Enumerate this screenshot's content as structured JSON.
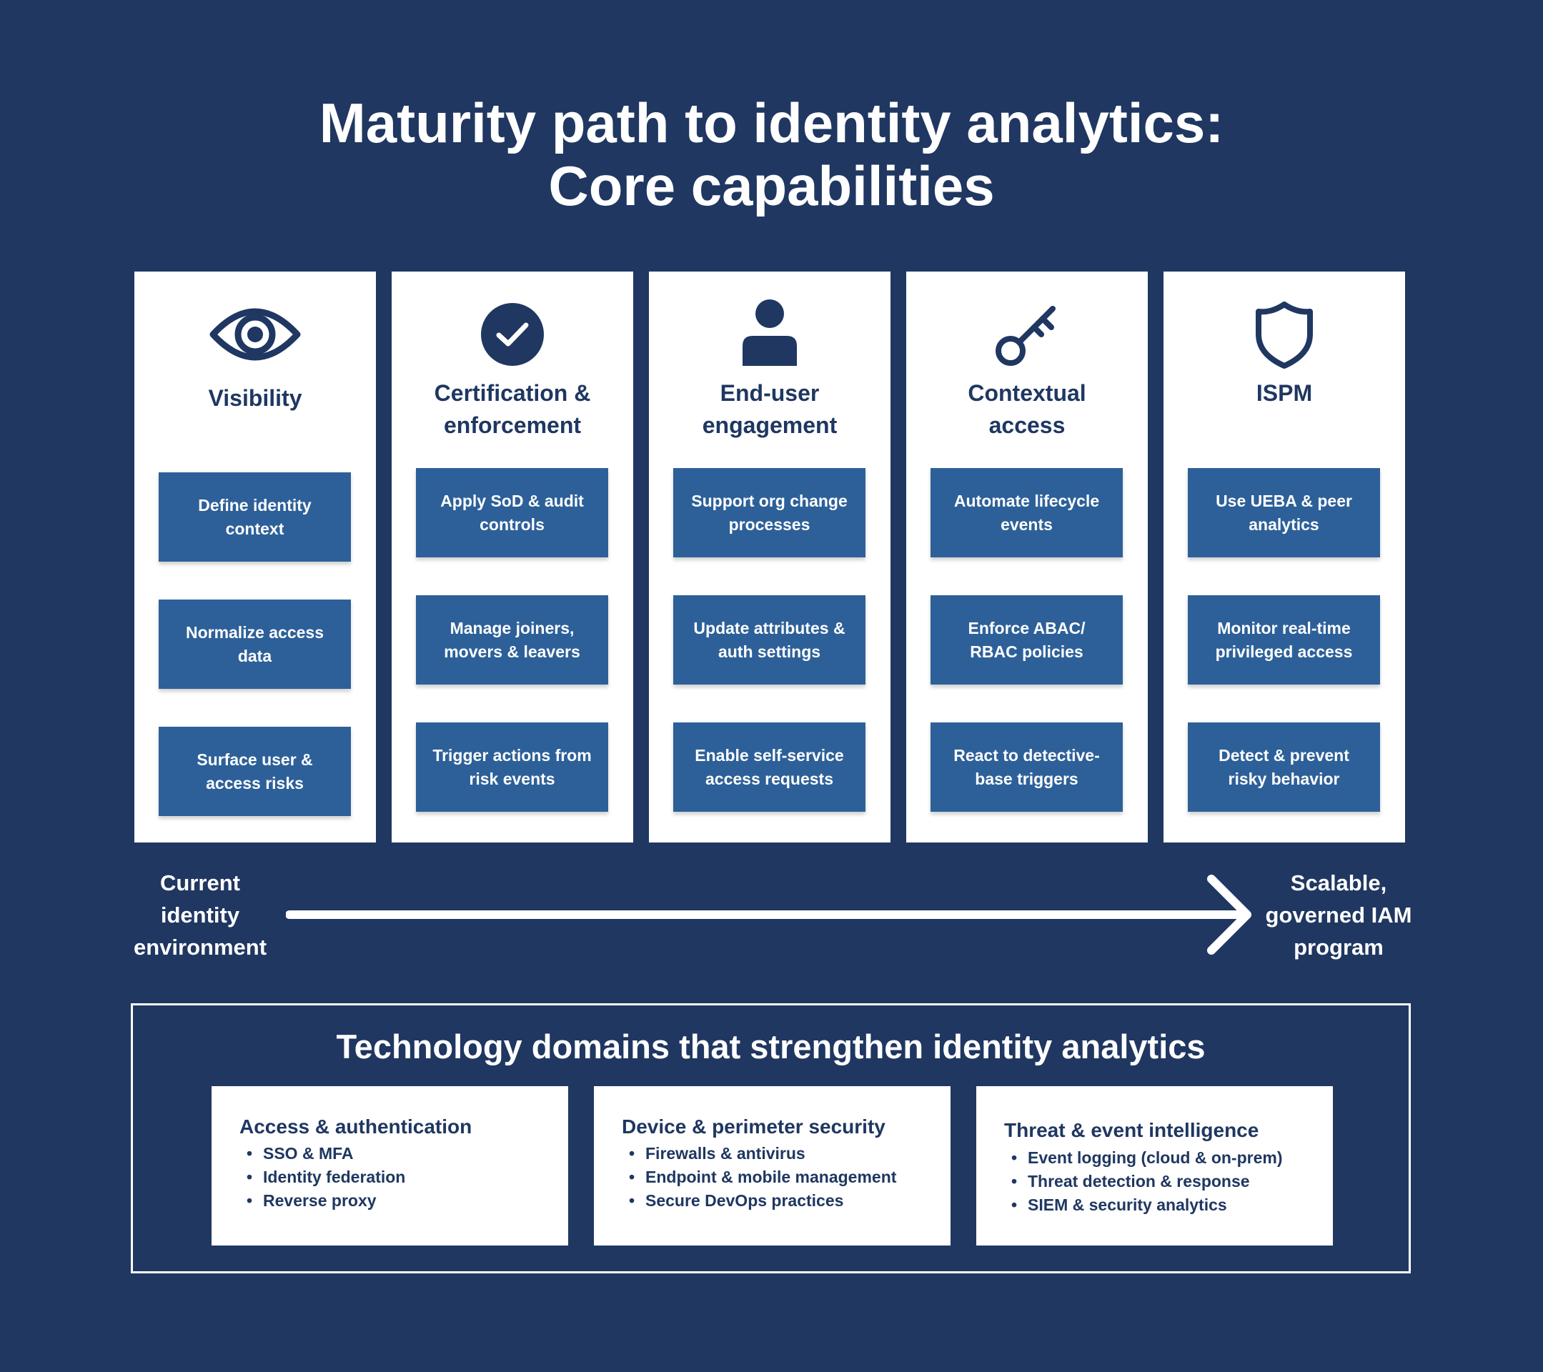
{
  "title": {
    "line1": "Maturity path to identity analytics:",
    "line2": "Core capabilities"
  },
  "capabilities": [
    {
      "icon": "eye-icon",
      "heading_line1": "Visibility",
      "heading_line2": "",
      "items": [
        "Define identity context",
        "Normalize access data",
        "Surface user & access risks"
      ]
    },
    {
      "icon": "checkmark-circle-icon",
      "heading_line1": "Certification &",
      "heading_line2": "enforcement",
      "items": [
        "Apply SoD & audit controls",
        "Manage joiners, movers & leavers",
        "Trigger actions from risk events"
      ]
    },
    {
      "icon": "user-icon",
      "heading_line1": "End-user",
      "heading_line2": "engagement",
      "items": [
        "Support org change processes",
        "Update attributes & auth settings",
        "Enable self-service access requests"
      ]
    },
    {
      "icon": "key-icon",
      "heading_line1": "Contextual",
      "heading_line2": "access",
      "items": [
        "Automate lifecycle events",
        "Enforce ABAC/ RBAC policies",
        "React to detective-base triggers"
      ]
    },
    {
      "icon": "shield-icon",
      "heading_line1": "ISPM",
      "heading_line2": "",
      "items": [
        "Use UEBA & peer analytics",
        "Monitor real-time privileged access",
        "Detect & prevent risky behavior"
      ]
    }
  ],
  "path": {
    "start_lines": [
      "Current",
      "identity",
      "environment"
    ],
    "end_lines": [
      "Scalable,",
      "governed IAM",
      "program"
    ]
  },
  "domains": {
    "title": "Technology domains that strengthen identity analytics",
    "boxes": [
      {
        "title": "Access & authentication",
        "bullets": [
          "SSO & MFA",
          "Identity federation",
          "Reverse proxy"
        ]
      },
      {
        "title": "Device & perimeter security",
        "bullets": [
          "Firewalls & antivirus",
          "Endpoint & mobile management",
          "Secure DevOps practices"
        ]
      },
      {
        "title": "Threat & event intelligence",
        "bullets": [
          "Event logging (cloud & on-prem)",
          "Threat detection & response",
          "SIEM & security analytics"
        ]
      }
    ]
  },
  "colors": {
    "background": "#1f3761",
    "card": "#2d6099",
    "panel": "#ffffff",
    "text_dark": "#1f3761"
  }
}
